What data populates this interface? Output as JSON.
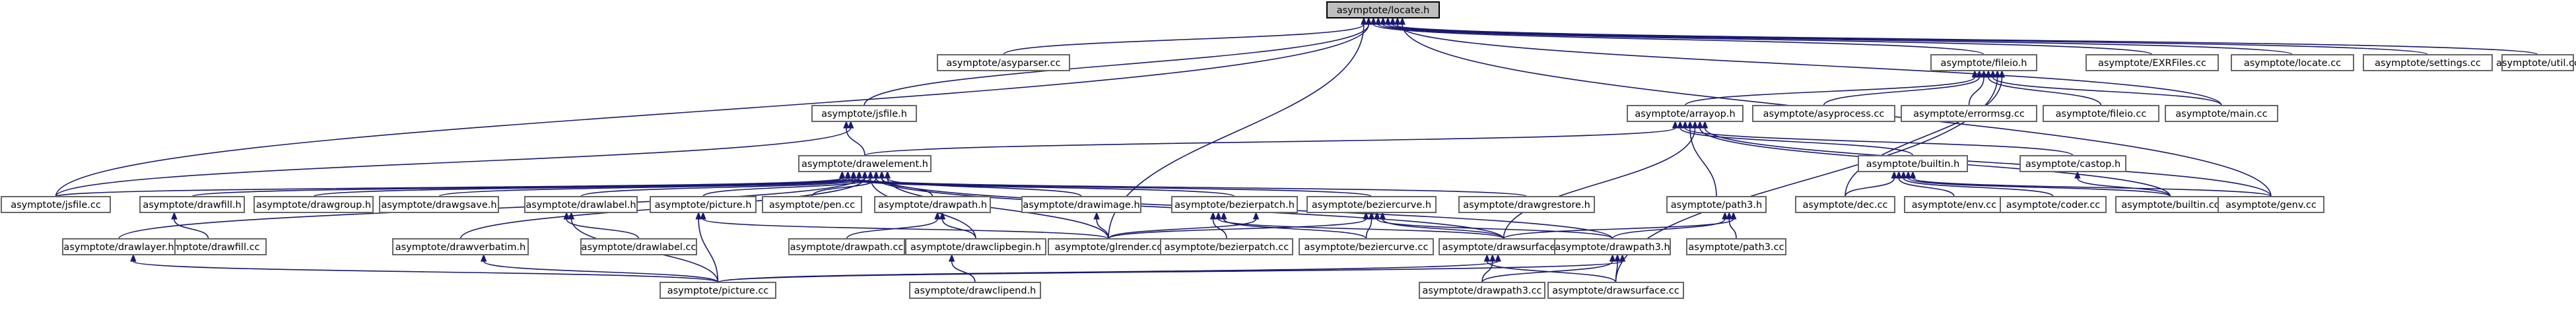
{
  "diagram": {
    "nodes": [
      {
        "id": "locate_h",
        "label": "asymptote/locate.h",
        "root": true
      },
      {
        "id": "asyparser_cc",
        "label": "asymptote/asyparser.cc"
      },
      {
        "id": "jsfile_h",
        "label": "asymptote/jsfile.h"
      },
      {
        "id": "fileio_h",
        "label": "asymptote/fileio.h"
      },
      {
        "id": "exrfiles_cc",
        "label": "asymptote/EXRFiles.cc"
      },
      {
        "id": "locate_cc",
        "label": "asymptote/locate.cc"
      },
      {
        "id": "settings_cc",
        "label": "asymptote/settings.cc"
      },
      {
        "id": "util_cc",
        "label": "asymptote/util.cc"
      },
      {
        "id": "arrayop_h",
        "label": "asymptote/arrayop.h"
      },
      {
        "id": "asyprocess_cc",
        "label": "asymptote/asyprocess.cc"
      },
      {
        "id": "errormsg_cc",
        "label": "asymptote/errormsg.cc"
      },
      {
        "id": "fileio_cc",
        "label": "asymptote/fileio.cc"
      },
      {
        "id": "main_cc",
        "label": "asymptote/main.cc"
      },
      {
        "id": "drawelement_h",
        "label": "asymptote/drawelement.h"
      },
      {
        "id": "builtin_h",
        "label": "asymptote/builtin.h"
      },
      {
        "id": "castop_h",
        "label": "asymptote/castop.h"
      },
      {
        "id": "jsfile_cc",
        "label": "asymptote/jsfile.cc"
      },
      {
        "id": "drawfill_h",
        "label": "asymptote/drawfill.h"
      },
      {
        "id": "drawgroup_h",
        "label": "asymptote/drawgroup.h"
      },
      {
        "id": "drawgsave_h",
        "label": "asymptote/drawgsave.h"
      },
      {
        "id": "drawlabel_h",
        "label": "asymptote/drawlabel.h"
      },
      {
        "id": "picture_h",
        "label": "asymptote/picture.h"
      },
      {
        "id": "pen_cc",
        "label": "asymptote/pen.cc"
      },
      {
        "id": "drawpath_h",
        "label": "asymptote/drawpath.h"
      },
      {
        "id": "drawimage_h",
        "label": "asymptote/drawimage.h"
      },
      {
        "id": "bezierpatch_h",
        "label": "asymptote/bezierpatch.h"
      },
      {
        "id": "beziercurve_h",
        "label": "asymptote/beziercurve.h"
      },
      {
        "id": "drawgrestore_h",
        "label": "asymptote/drawgrestore.h"
      },
      {
        "id": "path3_h",
        "label": "asymptote/path3.h"
      },
      {
        "id": "dec_cc",
        "label": "asymptote/dec.cc"
      },
      {
        "id": "env_cc",
        "label": "asymptote/env.cc"
      },
      {
        "id": "coder_cc",
        "label": "asymptote/coder.cc"
      },
      {
        "id": "builtin_cc",
        "label": "asymptote/builtin.cc"
      },
      {
        "id": "genv_cc",
        "label": "asymptote/genv.cc"
      },
      {
        "id": "drawfill_cc",
        "label": "asymptote/drawfill.cc"
      },
      {
        "id": "drawlayer_h",
        "label": "asymptote/drawlayer.h"
      },
      {
        "id": "drawverbatim_h",
        "label": "asymptote/drawverbatim.h"
      },
      {
        "id": "drawlabel_cc",
        "label": "asymptote/drawlabel.cc"
      },
      {
        "id": "drawpath_cc",
        "label": "asymptote/drawpath.cc"
      },
      {
        "id": "drawclipbegin_h",
        "label": "asymptote/drawclipbegin.h"
      },
      {
        "id": "glrender_cc",
        "label": "asymptote/glrender.cc"
      },
      {
        "id": "bezierpatch_cc",
        "label": "asymptote/bezierpatch.cc"
      },
      {
        "id": "beziercurve_cc",
        "label": "asymptote/beziercurve.cc"
      },
      {
        "id": "drawsurface_h",
        "label": "asymptote/drawsurface.h"
      },
      {
        "id": "drawpath3_h",
        "label": "asymptote/drawpath3.h"
      },
      {
        "id": "path3_cc",
        "label": "asymptote/path3.cc"
      },
      {
        "id": "picture_cc",
        "label": "asymptote/picture.cc"
      },
      {
        "id": "drawclipend_h",
        "label": "asymptote/drawclipend.h"
      },
      {
        "id": "drawpath3_cc",
        "label": "asymptote/drawpath3.cc"
      },
      {
        "id": "drawsurface_cc",
        "label": "asymptote/drawsurface.cc"
      }
    ],
    "edges": [
      [
        "asyparser_cc",
        "locate_h"
      ],
      [
        "jsfile_h",
        "locate_h"
      ],
      [
        "fileio_h",
        "locate_h"
      ],
      [
        "exrfiles_cc",
        "locate_h"
      ],
      [
        "locate_cc",
        "locate_h"
      ],
      [
        "settings_cc",
        "locate_h"
      ],
      [
        "util_cc",
        "locate_h"
      ],
      [
        "main_cc",
        "locate_h"
      ],
      [
        "genv_cc",
        "locate_h"
      ],
      [
        "glrender_cc",
        "locate_h"
      ],
      [
        "jsfile_cc",
        "locate_h"
      ],
      [
        "arrayop_h",
        "fileio_h"
      ],
      [
        "asyprocess_cc",
        "fileio_h"
      ],
      [
        "errormsg_cc",
        "fileio_h"
      ],
      [
        "fileio_cc",
        "fileio_h"
      ],
      [
        "main_cc",
        "fileio_h"
      ],
      [
        "drawsurface_cc",
        "fileio_h"
      ],
      [
        "dec_cc",
        "fileio_h"
      ],
      [
        "drawelement_h",
        "jsfile_h"
      ],
      [
        "jsfile_cc",
        "jsfile_h"
      ],
      [
        "drawelement_h",
        "arrayop_h"
      ],
      [
        "builtin_h",
        "arrayop_h"
      ],
      [
        "castop_h",
        "arrayop_h"
      ],
      [
        "path3_h",
        "arrayop_h"
      ],
      [
        "drawsurface_h",
        "arrayop_h"
      ],
      [
        "builtin_cc",
        "arrayop_h"
      ],
      [
        "genv_cc",
        "arrayop_h"
      ],
      [
        "jsfile_cc",
        "drawelement_h"
      ],
      [
        "drawfill_h",
        "drawelement_h"
      ],
      [
        "drawgroup_h",
        "drawelement_h"
      ],
      [
        "drawgsave_h",
        "drawelement_h"
      ],
      [
        "drawlabel_h",
        "drawelement_h"
      ],
      [
        "picture_h",
        "drawelement_h"
      ],
      [
        "pen_cc",
        "drawelement_h"
      ],
      [
        "drawpath_h",
        "drawelement_h"
      ],
      [
        "drawimage_h",
        "drawelement_h"
      ],
      [
        "bezierpatch_h",
        "drawelement_h"
      ],
      [
        "beziercurve_h",
        "drawelement_h"
      ],
      [
        "drawgrestore_h",
        "drawelement_h"
      ],
      [
        "drawlayer_h",
        "drawelement_h"
      ],
      [
        "drawverbatim_h",
        "drawelement_h"
      ],
      [
        "drawclipbegin_h",
        "drawelement_h"
      ],
      [
        "drawsurface_h",
        "drawelement_h"
      ],
      [
        "drawpath3_h",
        "drawelement_h"
      ],
      [
        "glrender_cc",
        "drawelement_h"
      ],
      [
        "dec_cc",
        "builtin_h"
      ],
      [
        "env_cc",
        "builtin_h"
      ],
      [
        "coder_cc",
        "builtin_h"
      ],
      [
        "builtin_cc",
        "builtin_h"
      ],
      [
        "genv_cc",
        "builtin_h"
      ],
      [
        "builtin_cc",
        "castop_h"
      ],
      [
        "drawpath3_h",
        "path3_h"
      ],
      [
        "path3_cc",
        "path3_h"
      ],
      [
        "drawsurface_h",
        "path3_h"
      ],
      [
        "drawfill_cc",
        "drawfill_h"
      ],
      [
        "drawlabel_cc",
        "drawlabel_h"
      ],
      [
        "picture_cc",
        "drawlabel_h"
      ],
      [
        "picture_cc",
        "picture_h"
      ],
      [
        "glrender_cc",
        "picture_h"
      ],
      [
        "drawpath_cc",
        "drawpath_h"
      ],
      [
        "drawclipbegin_h",
        "drawpath_h"
      ],
      [
        "glrender_cc",
        "drawimage_h"
      ],
      [
        "glrender_cc",
        "bezierpatch_h"
      ],
      [
        "bezierpatch_cc",
        "bezierpatch_h"
      ],
      [
        "drawsurface_h",
        "bezierpatch_h"
      ],
      [
        "beziercurve_cc",
        "bezierpatch_h"
      ],
      [
        "glrender_cc",
        "beziercurve_h"
      ],
      [
        "beziercurve_cc",
        "beziercurve_h"
      ],
      [
        "drawpath3_h",
        "beziercurve_h"
      ],
      [
        "drawsurface_h",
        "beziercurve_h"
      ],
      [
        "picture_cc",
        "drawlayer_h"
      ],
      [
        "picture_cc",
        "drawverbatim_h"
      ],
      [
        "drawclipend_h",
        "drawclipbegin_h"
      ],
      [
        "drawsurface_cc",
        "drawsurface_h"
      ],
      [
        "drawpath3_cc",
        "drawsurface_h"
      ],
      [
        "picture_cc",
        "drawsurface_h"
      ],
      [
        "drawpath3_cc",
        "drawpath3_h"
      ],
      [
        "drawsurface_cc",
        "drawpath3_h"
      ],
      [
        "picture_cc",
        "drawpath3_h"
      ]
    ]
  }
}
